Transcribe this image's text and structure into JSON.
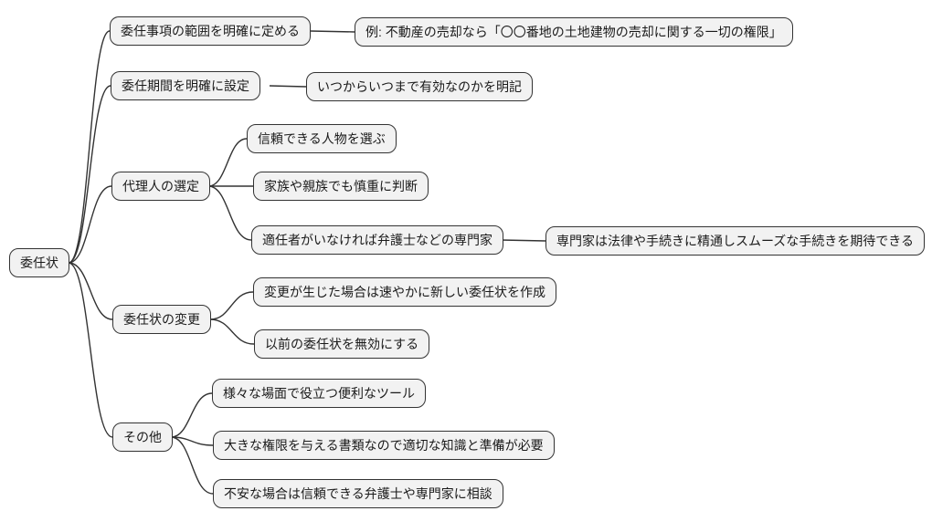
{
  "mindmap": {
    "root": {
      "label": "委任状"
    },
    "branches": [
      {
        "label": "委任事項の範囲を明確に定める",
        "children": [
          {
            "label": "例: 不動産の売却なら「〇〇番地の土地建物の売却に関する一切の権限」"
          }
        ]
      },
      {
        "label": "委任期間を明確に設定",
        "children": [
          {
            "label": "いつからいつまで有効なのかを明記"
          }
        ]
      },
      {
        "label": "代理人の選定",
        "children": [
          {
            "label": "信頼できる人物を選ぶ"
          },
          {
            "label": "家族や親族でも慎重に判断"
          },
          {
            "label": "適任者がいなければ弁護士などの専門家",
            "children": [
              {
                "label": "専門家は法律や手続きに精通しスムーズな手続きを期待できる"
              }
            ]
          }
        ]
      },
      {
        "label": "委任状の変更",
        "children": [
          {
            "label": "変更が生じた場合は速やかに新しい委任状を作成"
          },
          {
            "label": "以前の委任状を無効にする"
          }
        ]
      },
      {
        "label": "その他",
        "children": [
          {
            "label": "様々な場面で役立つ便利なツール"
          },
          {
            "label": "大きな権限を与える書類なので適切な知識と準備が必要"
          },
          {
            "label": "不安な場合は信頼できる弁護士や専門家に相談"
          }
        ]
      }
    ]
  },
  "colors": {
    "background": "#ffffff",
    "node_fill": "#f2f2f2",
    "node_border": "#333333",
    "line": "#333333",
    "text": "#1a1a1a"
  }
}
